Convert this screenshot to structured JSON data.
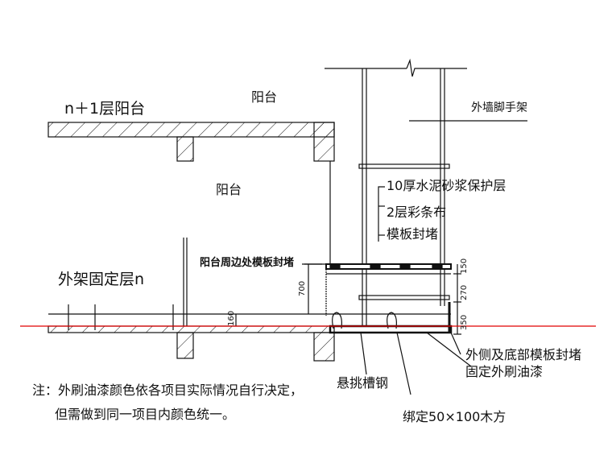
{
  "labels": {
    "upper_floor": "n＋1层阳台",
    "balcony_top": "阳台",
    "balcony_mid": "阳台",
    "fixed_floor": "外架固定层n",
    "outer_scaffold": "外墙脚手架",
    "layer_mortar": "10厚水泥砂浆保护层",
    "layer_cloth": "2层彩条布",
    "layer_formwork": "模板封堵",
    "edge_seal": "阳台周边处模板封堵",
    "side_bottom_seal": "外侧及底部模板封堵",
    "fixed_paint": "固定外刷油漆",
    "channel_steel": "悬挑槽钢",
    "timber": "绑定50×100木方"
  },
  "dimensions": {
    "d700": "700",
    "d160": "160",
    "d150": "150",
    "d270": "270",
    "d350": "350"
  },
  "note": {
    "line1": "注：外刷油漆颜色依各项目实际情况自行决定，",
    "line2": "但需做到同一项目内颜色统一。"
  },
  "colors": {
    "line": "#111111",
    "level_line": "#e00000"
  }
}
